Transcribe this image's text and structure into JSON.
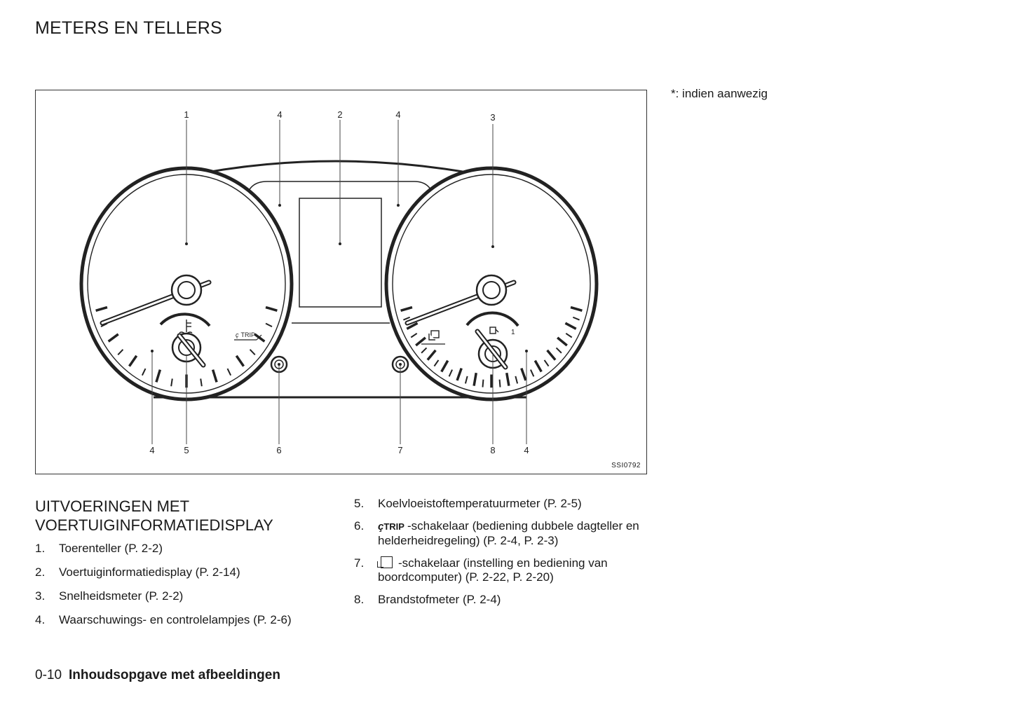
{
  "header": {
    "title": "METERS EN TELLERS"
  },
  "note": "*: indien aanwezig",
  "figure": {
    "code": "SSI0792",
    "top_callouts": [
      "1",
      "4",
      "2",
      "4",
      "3"
    ],
    "bottom_callouts": [
      "4",
      "5",
      "6",
      "7",
      "8",
      "4"
    ],
    "trip_label": "TRIP",
    "fuel_mark": "1"
  },
  "section": {
    "title_line1": "UITVOERINGEN MET",
    "title_line2": "VOERTUIGINFORMATIEDISPLAY"
  },
  "items_left": [
    {
      "num": "1.",
      "text": "Toerenteller (P. 2-2)"
    },
    {
      "num": "2.",
      "text": "Voertuiginformatiedisplay (P. 2-14)"
    },
    {
      "num": "3.",
      "text": "Snelheidsmeter (P. 2-2)"
    },
    {
      "num": "4.",
      "text": "Waarschuwings- en controlelampjes (P. 2-6)"
    }
  ],
  "items_right": [
    {
      "num": "5.",
      "text": "Koelvloeistoftemperatuurmeter (P. 2-5)"
    },
    {
      "num": "6.",
      "icon_label": "TRIP",
      "text": "-schakelaar (bediening dubbele dagteller en helderheidregeling) (P. 2-4, P. 2-3)"
    },
    {
      "num": "7.",
      "text": "-schakelaar (instelling en bediening van boordcomputer) (P. 2-22, P. 2-20)"
    },
    {
      "num": "8.",
      "text": "Brandstofmeter (P. 2-4)"
    }
  ],
  "footer": {
    "page_number": "0-10",
    "title": "Inhoudsopgave met afbeeldingen"
  }
}
